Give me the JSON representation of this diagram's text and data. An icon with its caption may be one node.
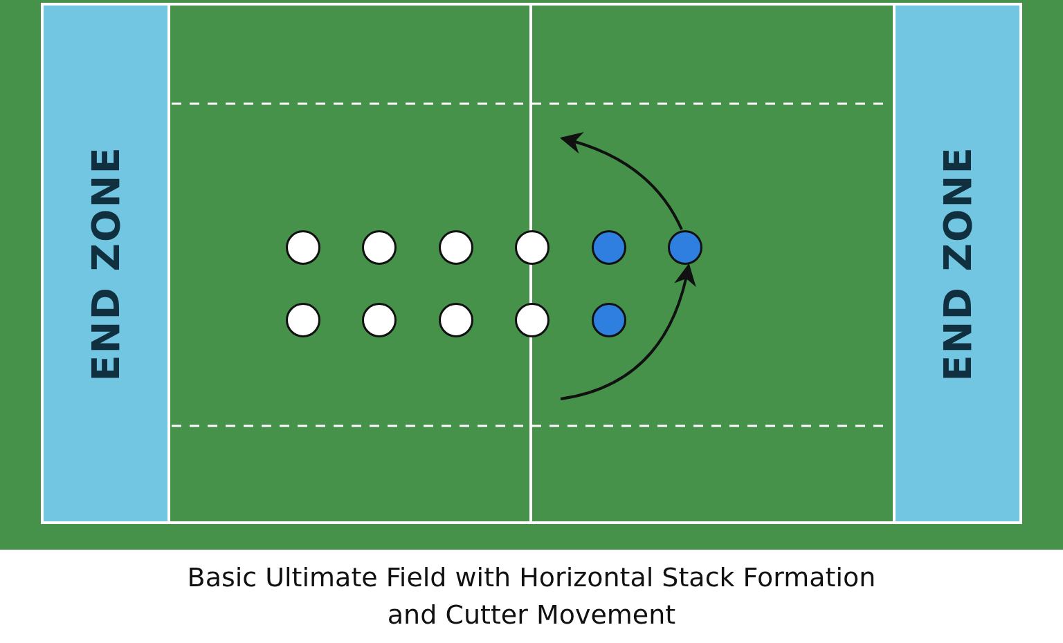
{
  "diagram": {
    "caption": "Basic Ultimate Field with Horizontal Stack Formation and Cutter Movement",
    "nodes": [
      {
        "text": [
          "END ZONE"
        ]
      },
      {
        "text": [],
        "shape": "circle"
      },
      {
        "text": [],
        "shape": "circle"
      },
      {
        "text": [],
        "shape": "circle"
      },
      {
        "text": [],
        "shape": "circle"
      },
      {
        "text": [],
        "shape": "circle"
      },
      {
        "text": [],
        "shape": "circle"
      },
      {
        "text": [],
        "shape": "circle"
      },
      {
        "text": [],
        "shape": "circle"
      },
      {
        "text": [],
        "shape": "circle"
      },
      {
        "text": [],
        "shape": "circle"
      },
      {
        "text": [],
        "shape": "circle"
      },
      {
        "text": [
          "END ZONE"
        ]
      }
    ],
    "edges": [
      {
        "from": null,
        "to": 6,
        "arrow": "to"
      },
      {
        "from": 6,
        "to": null,
        "arrow": "to"
      }
    ]
  }
}
